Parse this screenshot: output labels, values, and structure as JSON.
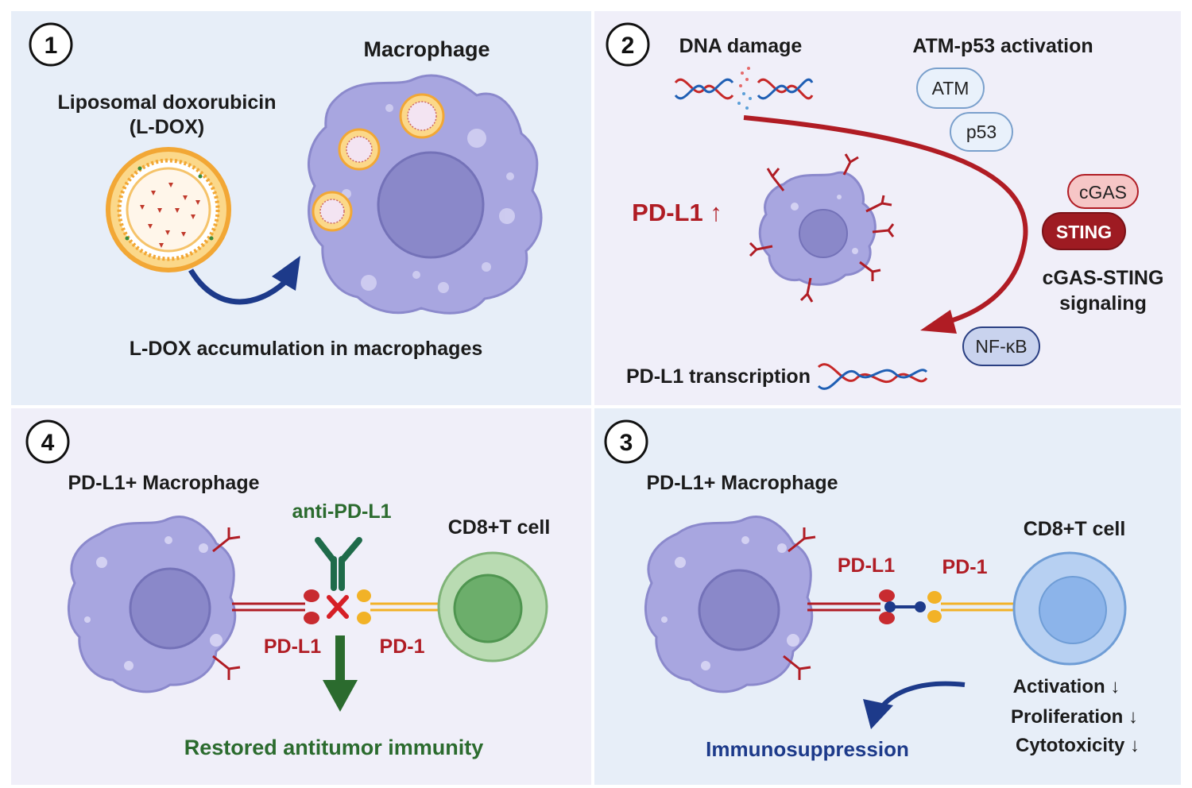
{
  "panels": {
    "p1": {
      "number": "1",
      "macrophage_label": "Macrophage",
      "ldox_label_line1": "Liposomal doxorubicin",
      "ldox_label_line2": "(L-DOX)",
      "caption": "L-DOX accumulation in macrophages"
    },
    "p2": {
      "number": "2",
      "dna_damage": "DNA damage",
      "atm_p53_activation": "ATM-p53 activation",
      "atm": "ATM",
      "p53": "p53",
      "cgas": "cGAS",
      "sting": "STING",
      "cgas_sting_line1": "cGAS-STING",
      "cgas_sting_line2": "signaling",
      "nfkb": "NF-κB",
      "pdl1_up": "PD-L1 ↑",
      "pdl1_transcription": "PD-L1 transcription"
    },
    "p3": {
      "number": "3",
      "macrophage_label": "PD-L1+ Macrophage",
      "tcell_label": "CD8+T cell",
      "pdl1": "PD-L1",
      "pd1": "PD-1",
      "effects": [
        "Activation ↓",
        "Proliferation ↓",
        "Cytotoxicity ↓"
      ],
      "caption": "Immunosuppression"
    },
    "p4": {
      "number": "4",
      "macrophage_label": "PD-L1+ Macrophage",
      "antibody_label": "anti-PD-L1",
      "tcell_label": "CD8+T cell",
      "pdl1": "PD-L1",
      "pd1": "PD-1",
      "caption": "Restored antitumor immunity"
    }
  },
  "colors": {
    "panel_bg_1": "#e6eef8",
    "panel_bg_2": "#efeff9",
    "macrophage": "#a8a6e0",
    "nucleus": "#8a88c9",
    "red": "#b01c24",
    "green": "#2b6b2e",
    "blue": "#1d3a8a",
    "liposome": "#f2a735",
    "tcell_green": "#9ccc95",
    "tcell_blue": "#a9c8ef"
  }
}
